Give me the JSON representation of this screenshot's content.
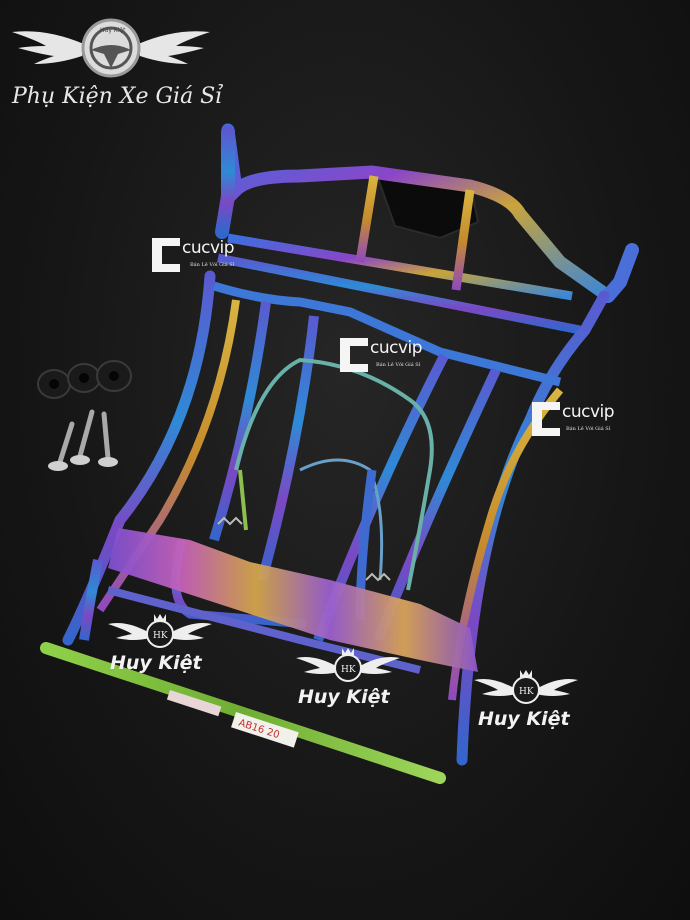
{
  "brand": {
    "title": "Phụ Kiện Xe Giá Sỉ",
    "badge_text": "Huy Kiệt"
  },
  "watermarks": {
    "cucvip": "cucvip",
    "cucvip_sub": "Bán Lẻ Với Giá Sỉ",
    "huykiet": "Huy Kiệt",
    "hk_initials": "HK"
  },
  "labels": {
    "part_code": "AB16 20"
  },
  "colors": {
    "background": "#161616",
    "rainbow_blue": "#3f6fd6",
    "rainbow_purple": "#8e48c8",
    "rainbow_gold": "#d4b23c",
    "rainbow_green": "#7cbf3a"
  }
}
